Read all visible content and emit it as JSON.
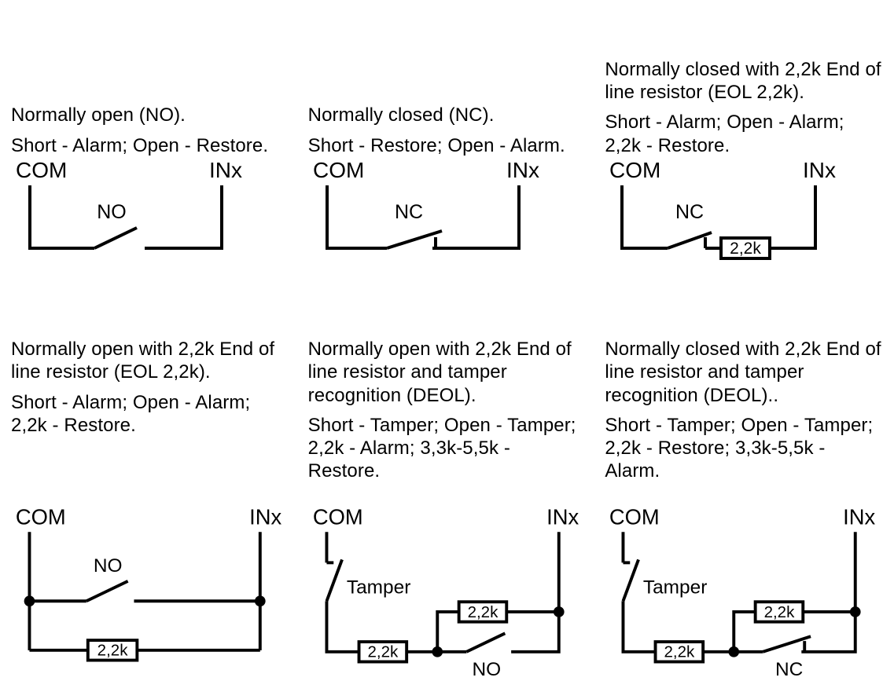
{
  "colors": {
    "ink": "#000000",
    "background": "#ffffff"
  },
  "cells": [
    {
      "title": "Normally open (NO).",
      "behavior": "Short - Alarm; Open - Restore.",
      "labels": {
        "left": "COM",
        "right": "INx",
        "switch": "NO"
      }
    },
    {
      "title": "Normally closed (NC).",
      "behavior": "Short - Restore; Open - Alarm.",
      "labels": {
        "left": "COM",
        "right": "INx",
        "switch": "NC"
      }
    },
    {
      "title": "Normally closed with 2,2k End of line resistor (EOL 2,2k).",
      "behavior": "Short - Alarm; Open - Alarm; 2,2k - Restore.",
      "labels": {
        "left": "COM",
        "right": "INx",
        "switch": "NC",
        "resistor": "2,2k"
      }
    },
    {
      "title": "Normally open with 2,2k End of line resistor (EOL 2,2k).",
      "behavior": "Short - Alarm; Open - Alarm; 2,2k - Restore.",
      "labels": {
        "left": "COM",
        "right": "INx",
        "switch": "NO",
        "resistor": "2,2k"
      }
    },
    {
      "title": "Normally open with 2,2k End of line resistor and tamper recognition (DEOL).",
      "behavior": "Short - Tamper; Open - Tamper; 2,2k - Alarm; 3,3k-5,5k - Restore.",
      "labels": {
        "left": "COM",
        "right": "INx",
        "switch": "NO",
        "tamper": "Tamper",
        "resistor_series": "2,2k",
        "resistor_parallel": "2,2k"
      }
    },
    {
      "title": "Normally closed with 2,2k End of line resistor and tamper recognition (DEOL)..",
      "behavior": "Short - Tamper; Open - Tamper; 2,2k - Restore; 3,3k-5,5k - Alarm.",
      "labels": {
        "left": "COM",
        "right": "INx",
        "switch": "NC",
        "tamper": "Tamper",
        "resistor_series": "2,2k",
        "resistor_parallel": "2,2k"
      }
    }
  ]
}
